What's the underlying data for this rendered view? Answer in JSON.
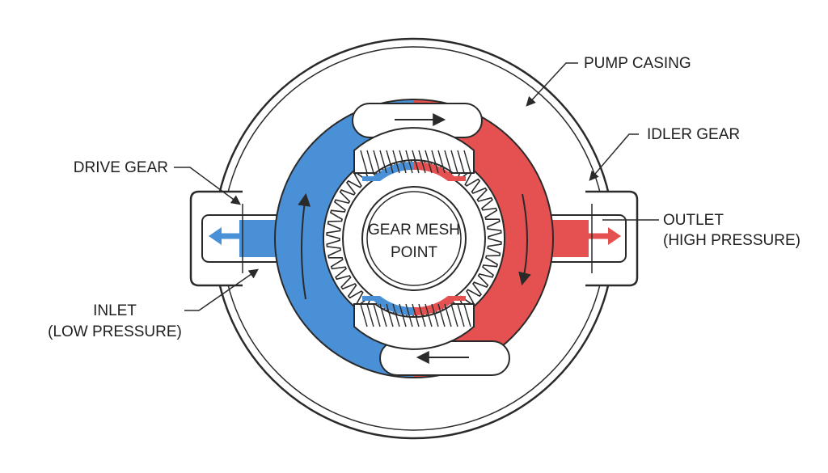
{
  "labels": {
    "pump_casing": "PUMP CASING",
    "idler_gear": "IDLER GEAR",
    "drive_gear": "DRIVE GEAR",
    "outlet_line1": "OUTLET",
    "outlet_line2": "(HIGH PRESSURE)",
    "inlet_line1": "INLET",
    "inlet_line2": "(LOW PRESSURE)",
    "center_line1": "GEAR MESH",
    "center_line2": "POINT"
  },
  "colors": {
    "low_pressure": "#4a90d6",
    "high_pressure": "#e55050",
    "outline": "#2a2a2a",
    "background": "#ffffff"
  }
}
